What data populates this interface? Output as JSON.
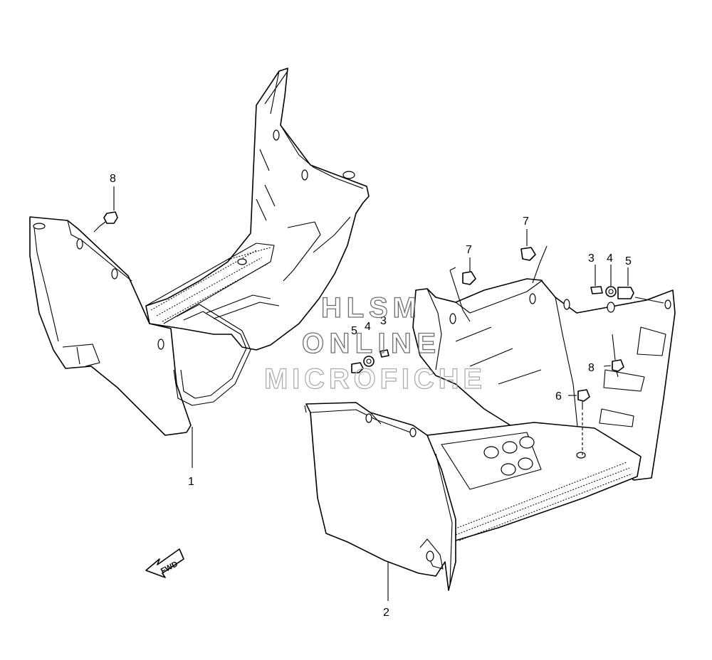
{
  "callouts": [
    {
      "id": "1",
      "label": "1"
    },
    {
      "id": "2",
      "label": "2"
    },
    {
      "id": "3a",
      "label": "3"
    },
    {
      "id": "3b",
      "label": "3"
    },
    {
      "id": "4a",
      "label": "4"
    },
    {
      "id": "4b",
      "label": "4"
    },
    {
      "id": "5a",
      "label": "5"
    },
    {
      "id": "5b",
      "label": "5"
    },
    {
      "id": "6",
      "label": "6"
    },
    {
      "id": "7a",
      "label": "7"
    },
    {
      "id": "7b",
      "label": "7"
    },
    {
      "id": "8a",
      "label": "8"
    },
    {
      "id": "8b",
      "label": "8"
    }
  ],
  "fwd_label": "FWD",
  "watermark": {
    "line1": "HLSM",
    "line2": "ONLINE",
    "line3": "MICROFICHE"
  }
}
